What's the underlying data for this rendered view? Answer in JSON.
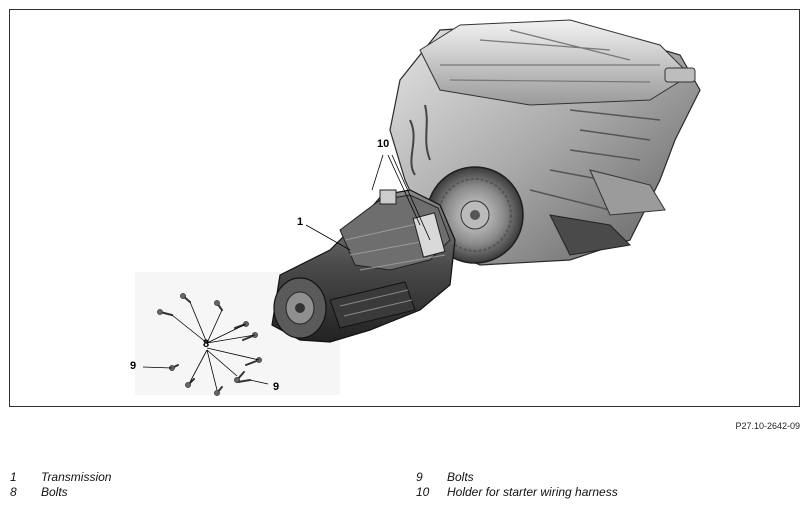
{
  "callouts": {
    "c1": "1",
    "c8": "8",
    "c9a": "9",
    "c9b": "9",
    "c10": "10"
  },
  "figure_ref": "P27.10-2642-09",
  "legend": [
    {
      "num": "1",
      "text": "Transmission"
    },
    {
      "num": "8",
      "text": "Bolts"
    },
    {
      "num": "9",
      "text": "Bolts"
    },
    {
      "num": "10",
      "text": "Holder for starter wiring harness"
    }
  ]
}
